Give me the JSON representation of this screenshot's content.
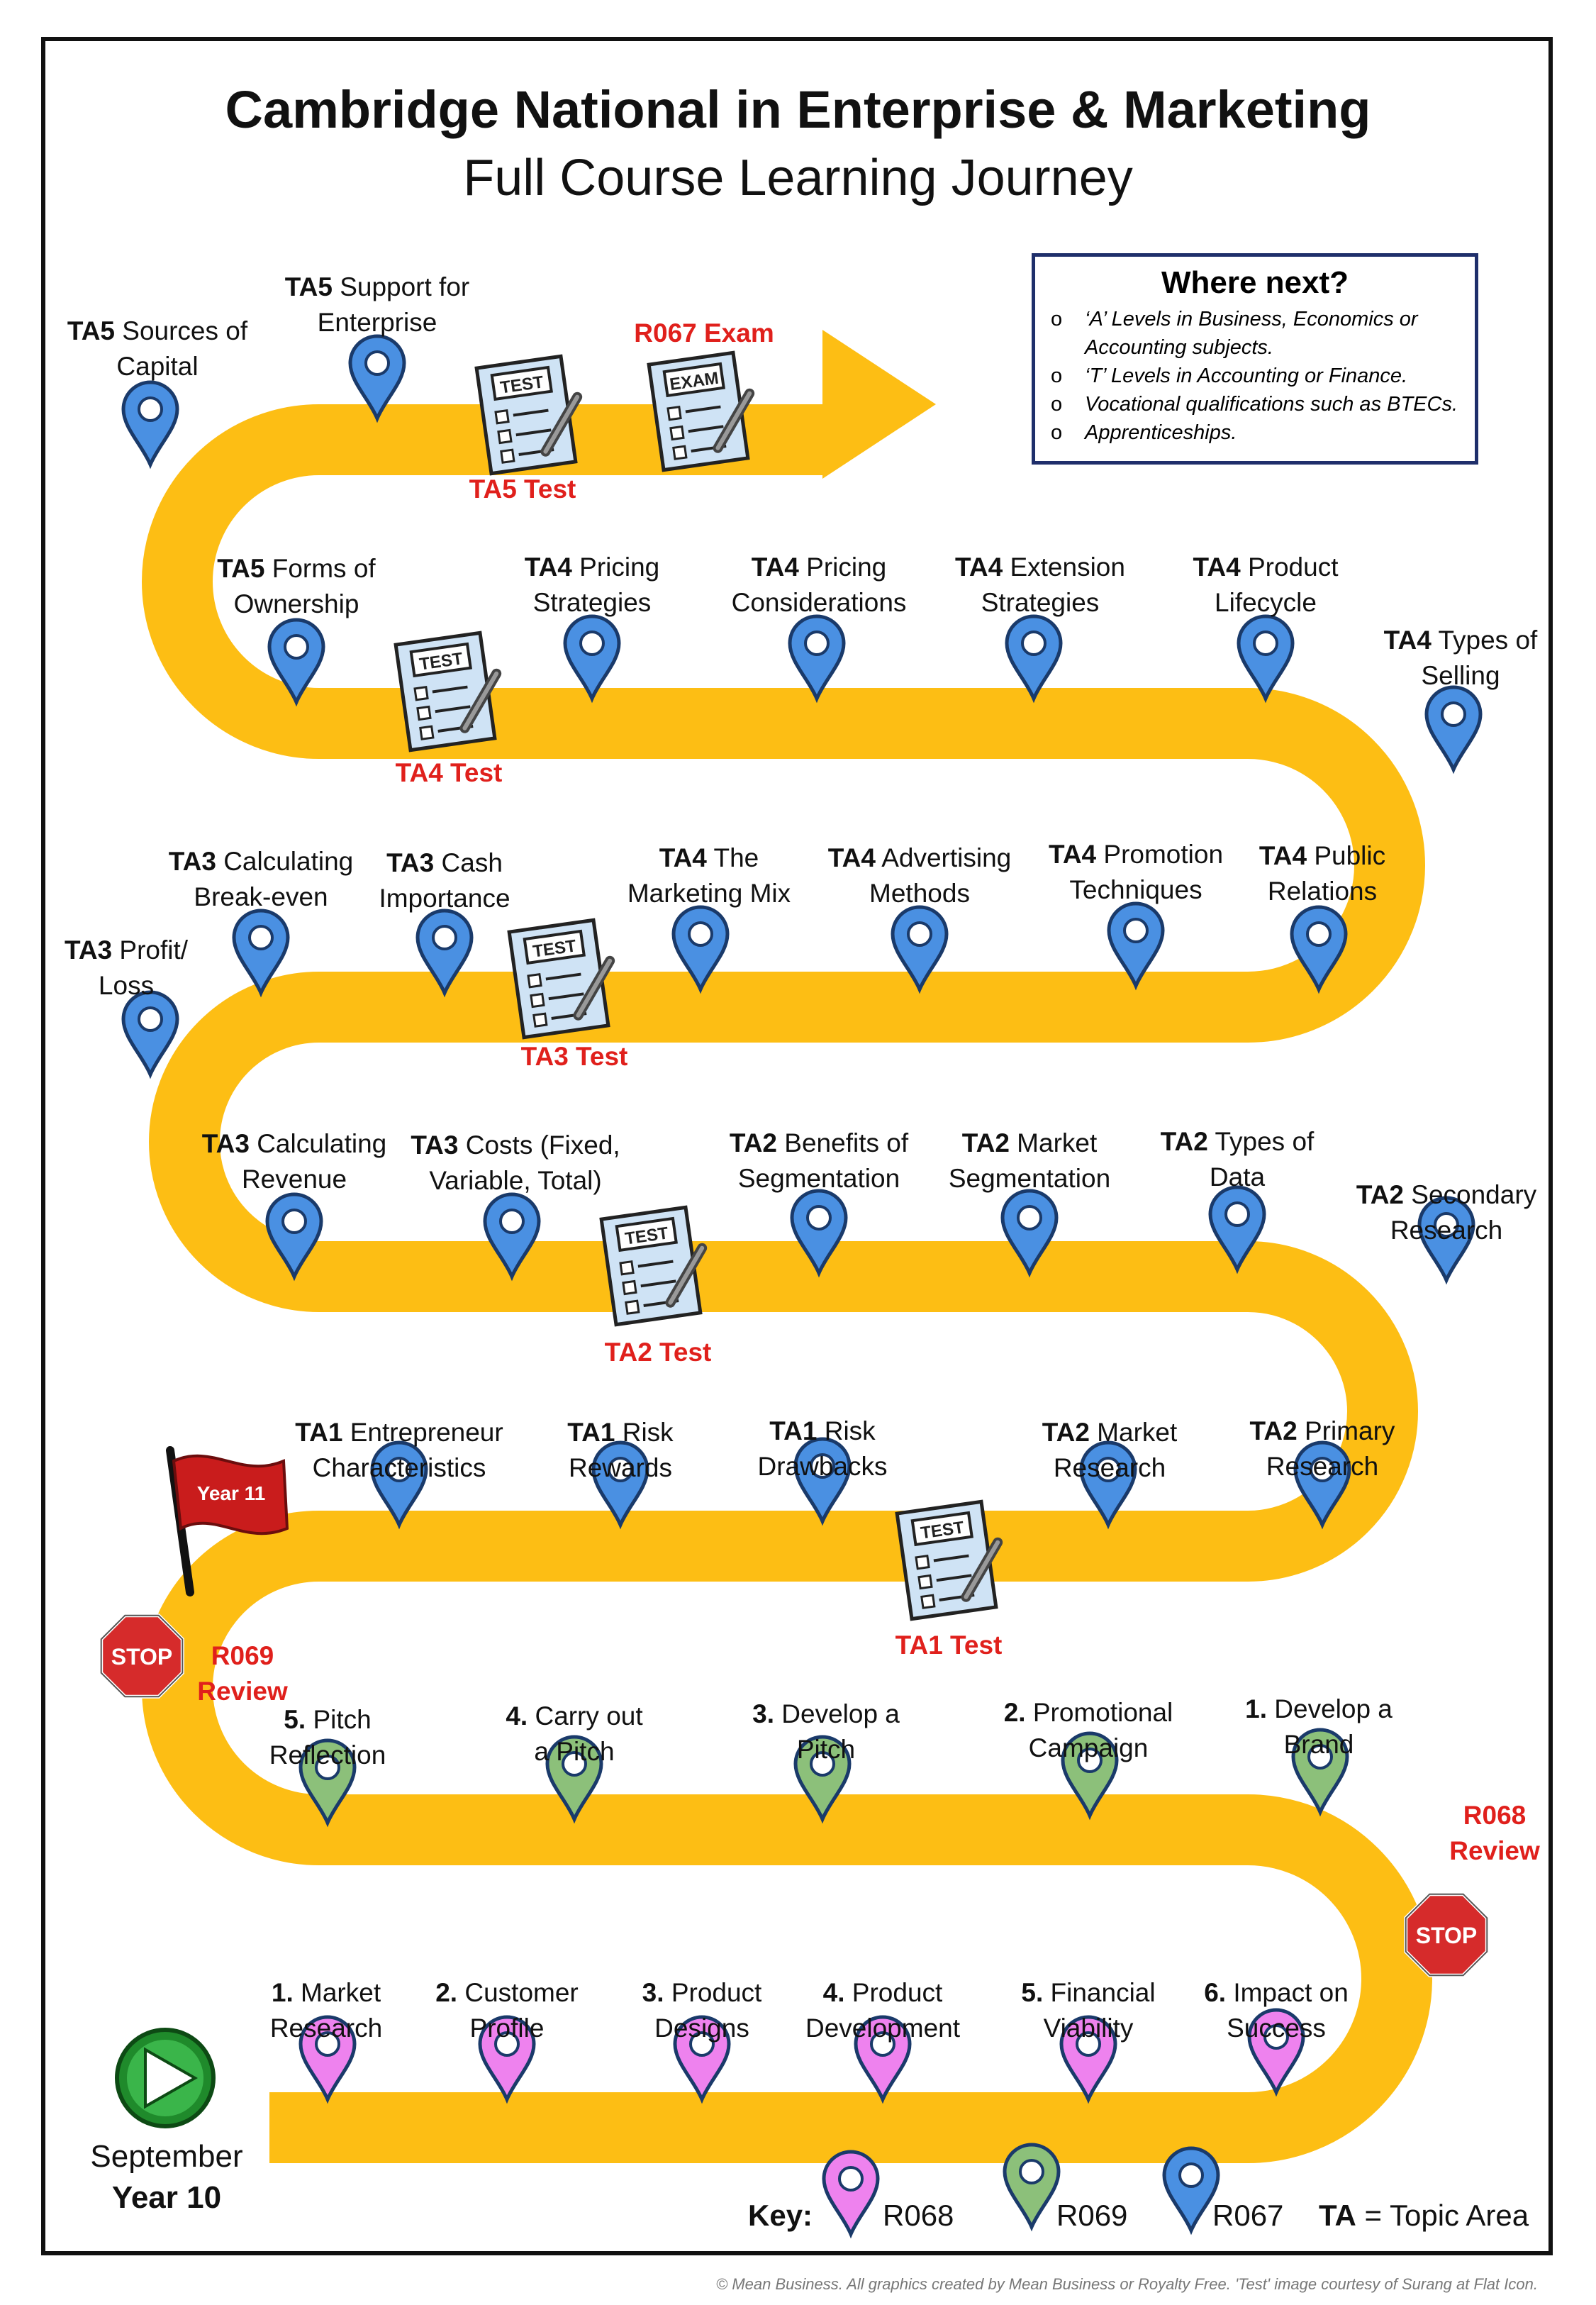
{
  "title": "Cambridge National in Enterprise & Marketing",
  "subtitle": "Full Course Learning Journey",
  "colors": {
    "road": "#FDBE14",
    "r068": "#EE82EE",
    "r069": "#8CC07A",
    "r067": "#4A90E2",
    "red": "#E0201C"
  },
  "where_next": {
    "title": "Where next?",
    "bullet": "o",
    "items": [
      "‘A’ Levels in Business, Economics or Accounting subjects.",
      "‘T’ Levels in Accounting or Finance.",
      "Vocational qualifications such as BTECs.",
      "Apprenticeships."
    ]
  },
  "start": {
    "line1": "September",
    "line2": "Year 10",
    "icon": "green-play-button-icon"
  },
  "row1": [
    {
      "code": "1.",
      "text": "Market",
      "text2": "Research"
    },
    {
      "code": "2.",
      "text": "Customer",
      "text2": "Profile"
    },
    {
      "code": "3.",
      "text": "Product",
      "text2": "Designs"
    },
    {
      "code": "4.",
      "text": "Product",
      "text2": "Development"
    },
    {
      "code": "5.",
      "text": "Financial",
      "text2": "Viability"
    },
    {
      "code": "6.",
      "text": "Impact on",
      "text2": "Success"
    }
  ],
  "row2": [
    {
      "code": "1.",
      "text": "Develop a",
      "text2": "Brand"
    },
    {
      "code": "2.",
      "text": "Promotional",
      "text2": "Campaign"
    },
    {
      "code": "3.",
      "text": "Develop a",
      "text2": "Pitch"
    },
    {
      "code": "4.",
      "text": "Carry out",
      "text2": "a Pitch"
    },
    {
      "code": "5.",
      "text": "Pitch",
      "text2": "Reflection"
    }
  ],
  "row3": [
    {
      "code": "TA1",
      "text": "Entrepreneur",
      "text2": "Characteristics"
    },
    {
      "code": "TA1",
      "text": "Risk",
      "text2": "Rewards"
    },
    {
      "code": "TA1",
      "text": "Risk",
      "text2": "Drawbacks"
    },
    {
      "code": "TA2",
      "text": "Market",
      "text2": "Research"
    },
    {
      "code": "TA2",
      "text": "Primary",
      "text2": "Research"
    }
  ],
  "row4": [
    {
      "code": "TA2",
      "text": "Secondary",
      "text2": "Research"
    },
    {
      "code": "TA2",
      "text": "Types of",
      "text2": "Data"
    },
    {
      "code": "TA2",
      "text": "Market",
      "text2": "Segmentation"
    },
    {
      "code": "TA2",
      "text": "Benefits of",
      "text2": "Segmentation"
    },
    {
      "code": "TA3",
      "text": "Costs (Fixed,",
      "text2": "Variable, Total)"
    },
    {
      "code": "TA3",
      "text": "Calculating",
      "text2": "Revenue"
    }
  ],
  "row5": [
    {
      "code": "TA3",
      "text": "Profit/",
      "text2": "Loss"
    },
    {
      "code": "TA3",
      "text": "Calculating",
      "text2": "Break-even"
    },
    {
      "code": "TA3",
      "text": "Cash",
      "text2": "Importance"
    },
    {
      "code": "TA4",
      "text": "The",
      "text2": "Marketing Mix"
    },
    {
      "code": "TA4",
      "text": "Advertising",
      "text2": "Methods"
    },
    {
      "code": "TA4",
      "text": "Promotion",
      "text2": "Techniques"
    },
    {
      "code": "TA4",
      "text": "Public",
      "text2": "Relations"
    }
  ],
  "row6": [
    {
      "code": "TA4",
      "text": "Types of",
      "text2": "Selling"
    },
    {
      "code": "TA4",
      "text": "Product",
      "text2": "Lifecycle"
    },
    {
      "code": "TA4",
      "text": "Extension",
      "text2": "Strategies"
    },
    {
      "code": "TA4",
      "text": "Pricing",
      "text2": "Considerations"
    },
    {
      "code": "TA4",
      "text": "Pricing",
      "text2": "Strategies"
    },
    {
      "code": "TA5",
      "text": "Forms of",
      "text2": "Ownership"
    }
  ],
  "row7": [
    {
      "code": "TA5",
      "text": "Sources of",
      "text2": "Capital"
    },
    {
      "code": "TA5",
      "text": "Support for",
      "text2": "Enterprise"
    }
  ],
  "tests": [
    "TA1 Test",
    "TA2 Test",
    "TA3 Test",
    "TA4 Test",
    "TA5 Test"
  ],
  "test_badge": "TEST",
  "exam": {
    "label": "R067 Exam",
    "badge": "EXAM"
  },
  "reviews": [
    {
      "line1": "R068",
      "line2": "Review"
    },
    {
      "line1": "R069",
      "line2": "Review"
    }
  ],
  "stop_sign": "STOP",
  "flag": "Year 11",
  "key": {
    "label": "Key:",
    "r068": "R068",
    "r069": "R069",
    "r067": "R067",
    "ta_code": "TA",
    "ta_text": "= Topic Area"
  },
  "copyright": "© Mean Business. All graphics created by Mean Business or Royalty Free. 'Test' image courtesy of Surang at Flat Icon."
}
